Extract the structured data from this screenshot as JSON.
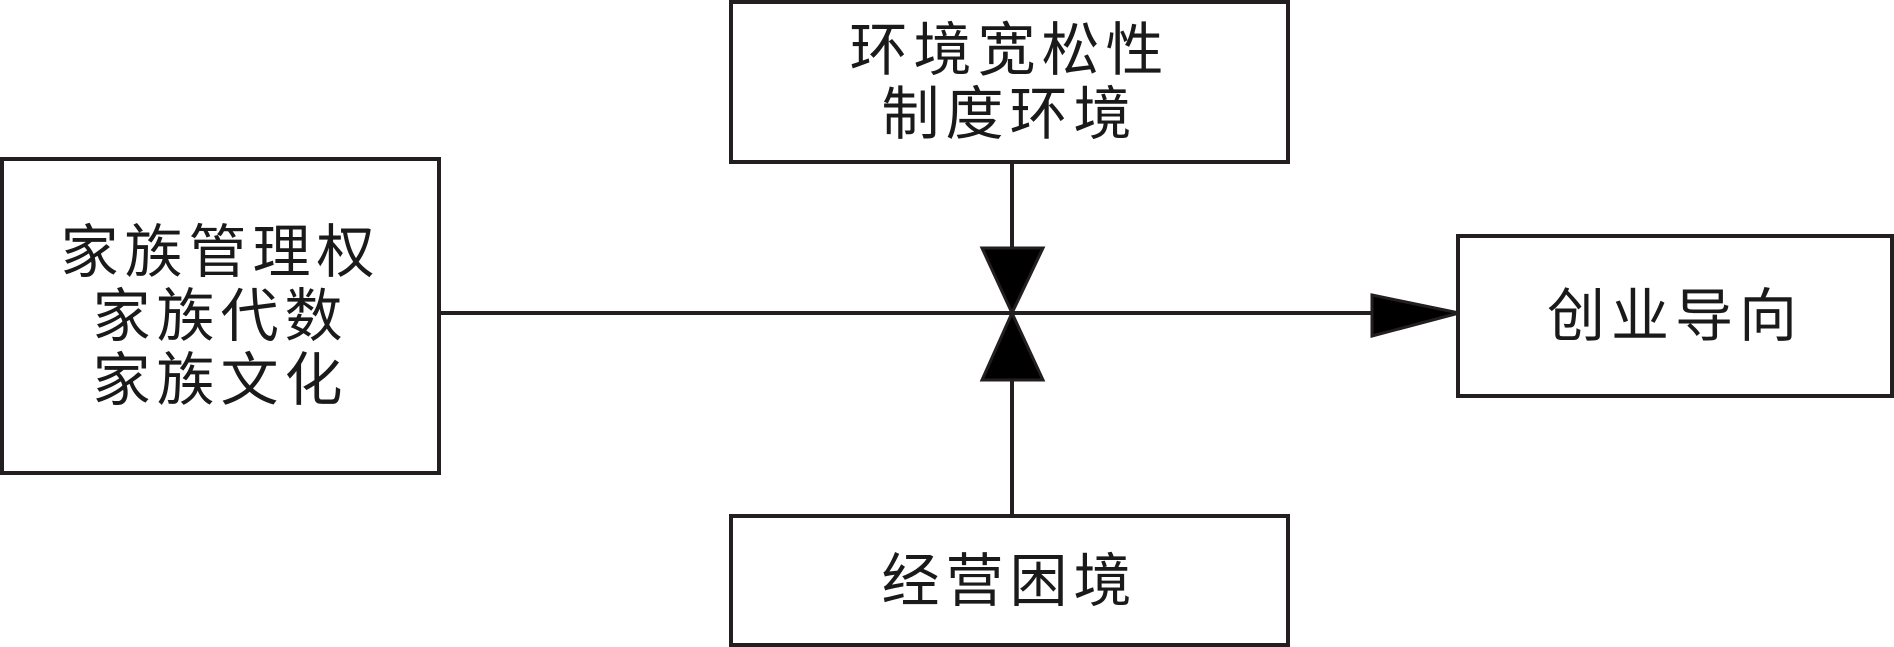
{
  "nodes": {
    "left": {
      "lines": [
        "家族管理权",
        "家族代数",
        "家族文化"
      ]
    },
    "top": {
      "lines": [
        "环境宽松性",
        "制度环境"
      ]
    },
    "bottom": {
      "lines": [
        "经营困境"
      ]
    },
    "right": {
      "lines": [
        "创业导向"
      ]
    }
  },
  "edges": [
    {
      "from": "left",
      "to": "right",
      "arrow": "end"
    },
    {
      "from": "top",
      "to": "left-right edge",
      "arrow": "end",
      "role": "moderator"
    },
    {
      "from": "bottom",
      "to": "left-right edge",
      "arrow": "end",
      "role": "moderator"
    }
  ],
  "colors": {
    "stroke": "#231f20",
    "fill": "#000000",
    "background": "#ffffff"
  }
}
